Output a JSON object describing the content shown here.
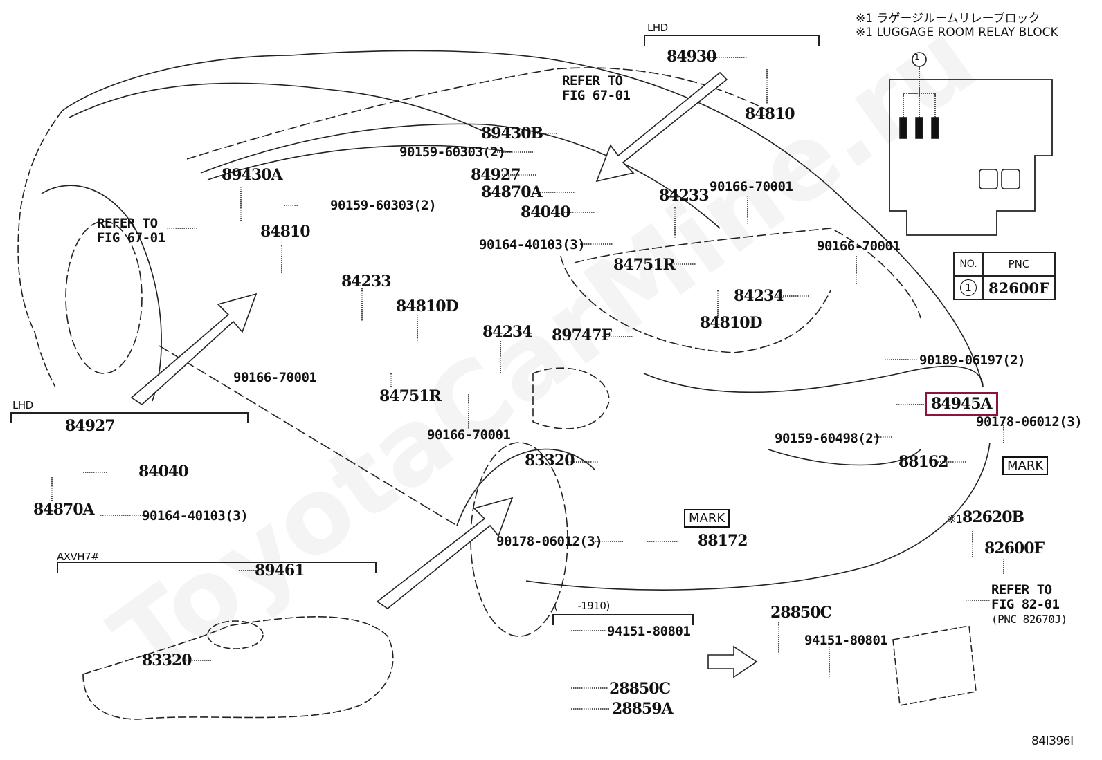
{
  "diagram": {
    "figure_id": "84I396I",
    "watermark": "ToyotaCarMine.ru",
    "highlight_color": "#8b1538",
    "highlighted_part": "84945A"
  },
  "legend": {
    "note_jp": "※1 ラゲージルームリレーブロック",
    "note_en": "※1 LUGGAGE ROOM RELAY BLOCK",
    "callout_no": "1",
    "table": {
      "headers": [
        "NO.",
        "PNC"
      ],
      "rows": [
        {
          "no": "1",
          "pnc": "82600F"
        }
      ]
    }
  },
  "groups": {
    "lhd_top": "LHD",
    "lhd_left": "LHD",
    "axvh7": "AXVH7#",
    "date_range": "(　　-1910)"
  },
  "labels": {
    "p84930": "84930",
    "p84810_top": "84810",
    "refer_top_1": "REFER TO",
    "refer_top_2": "FIG 67-01",
    "p89430B": "89430B",
    "b90159_60303_a": "90159-60303(2)",
    "p84927_top": "84927",
    "p84870A_top": "84870A",
    "p84040_top": "84040",
    "b90164_40103_a": "90164-40103(3)",
    "p89430A": "89430A",
    "b90159_60303_b": "90159-60303(2)",
    "refer_left_1": "REFER TO",
    "refer_left_2": "FIG 67-01",
    "p84810_left": "84810",
    "p84233_left": "84233",
    "p84810D_left": "84810D",
    "p84234_left": "84234",
    "b90166_70001_a": "90166-70001",
    "p84751R_left": "84751R",
    "b90166_70001_b": "90166-70001",
    "p84233_right": "84233",
    "b90166_70001_c": "90166-70001",
    "p84751R_right": "84751R",
    "b90166_70001_d": "90166-70001",
    "p84234_right": "84234",
    "p84810D_right": "84810D",
    "p89747F": "89747F",
    "b90189_06197": "90189-06197(2)",
    "p84945A": "84945A",
    "b90178_06012_a": "90178-06012(3)",
    "b90159_60498": "90159-60498(2)",
    "p88162": "88162",
    "mark_1": "MARK",
    "p83320_center": "83320",
    "p84927_lhd": "84927",
    "p84040_lhd": "84040",
    "p84870A_lhd": "84870A",
    "b90164_40103_b": "90164-40103(3)",
    "b90178_06012_b": "90178-06012(3)",
    "mark_2": "MARK",
    "p88172": "88172",
    "p82620B": "82620B",
    "p82620B_prefix": "※1",
    "p82600F": "82600F",
    "refer_br_1": "REFER TO",
    "refer_br_2": "FIG 82-01",
    "refer_br_3": "(PNC 82670J)",
    "p89461": "89461",
    "p83320_tank": "83320",
    "b94151_80801_a": "94151-80801",
    "p28850C_a": "28850C",
    "p28859A": "28859A",
    "p28850C_b": "28850C",
    "b94151_80801_b": "94151-80801"
  }
}
